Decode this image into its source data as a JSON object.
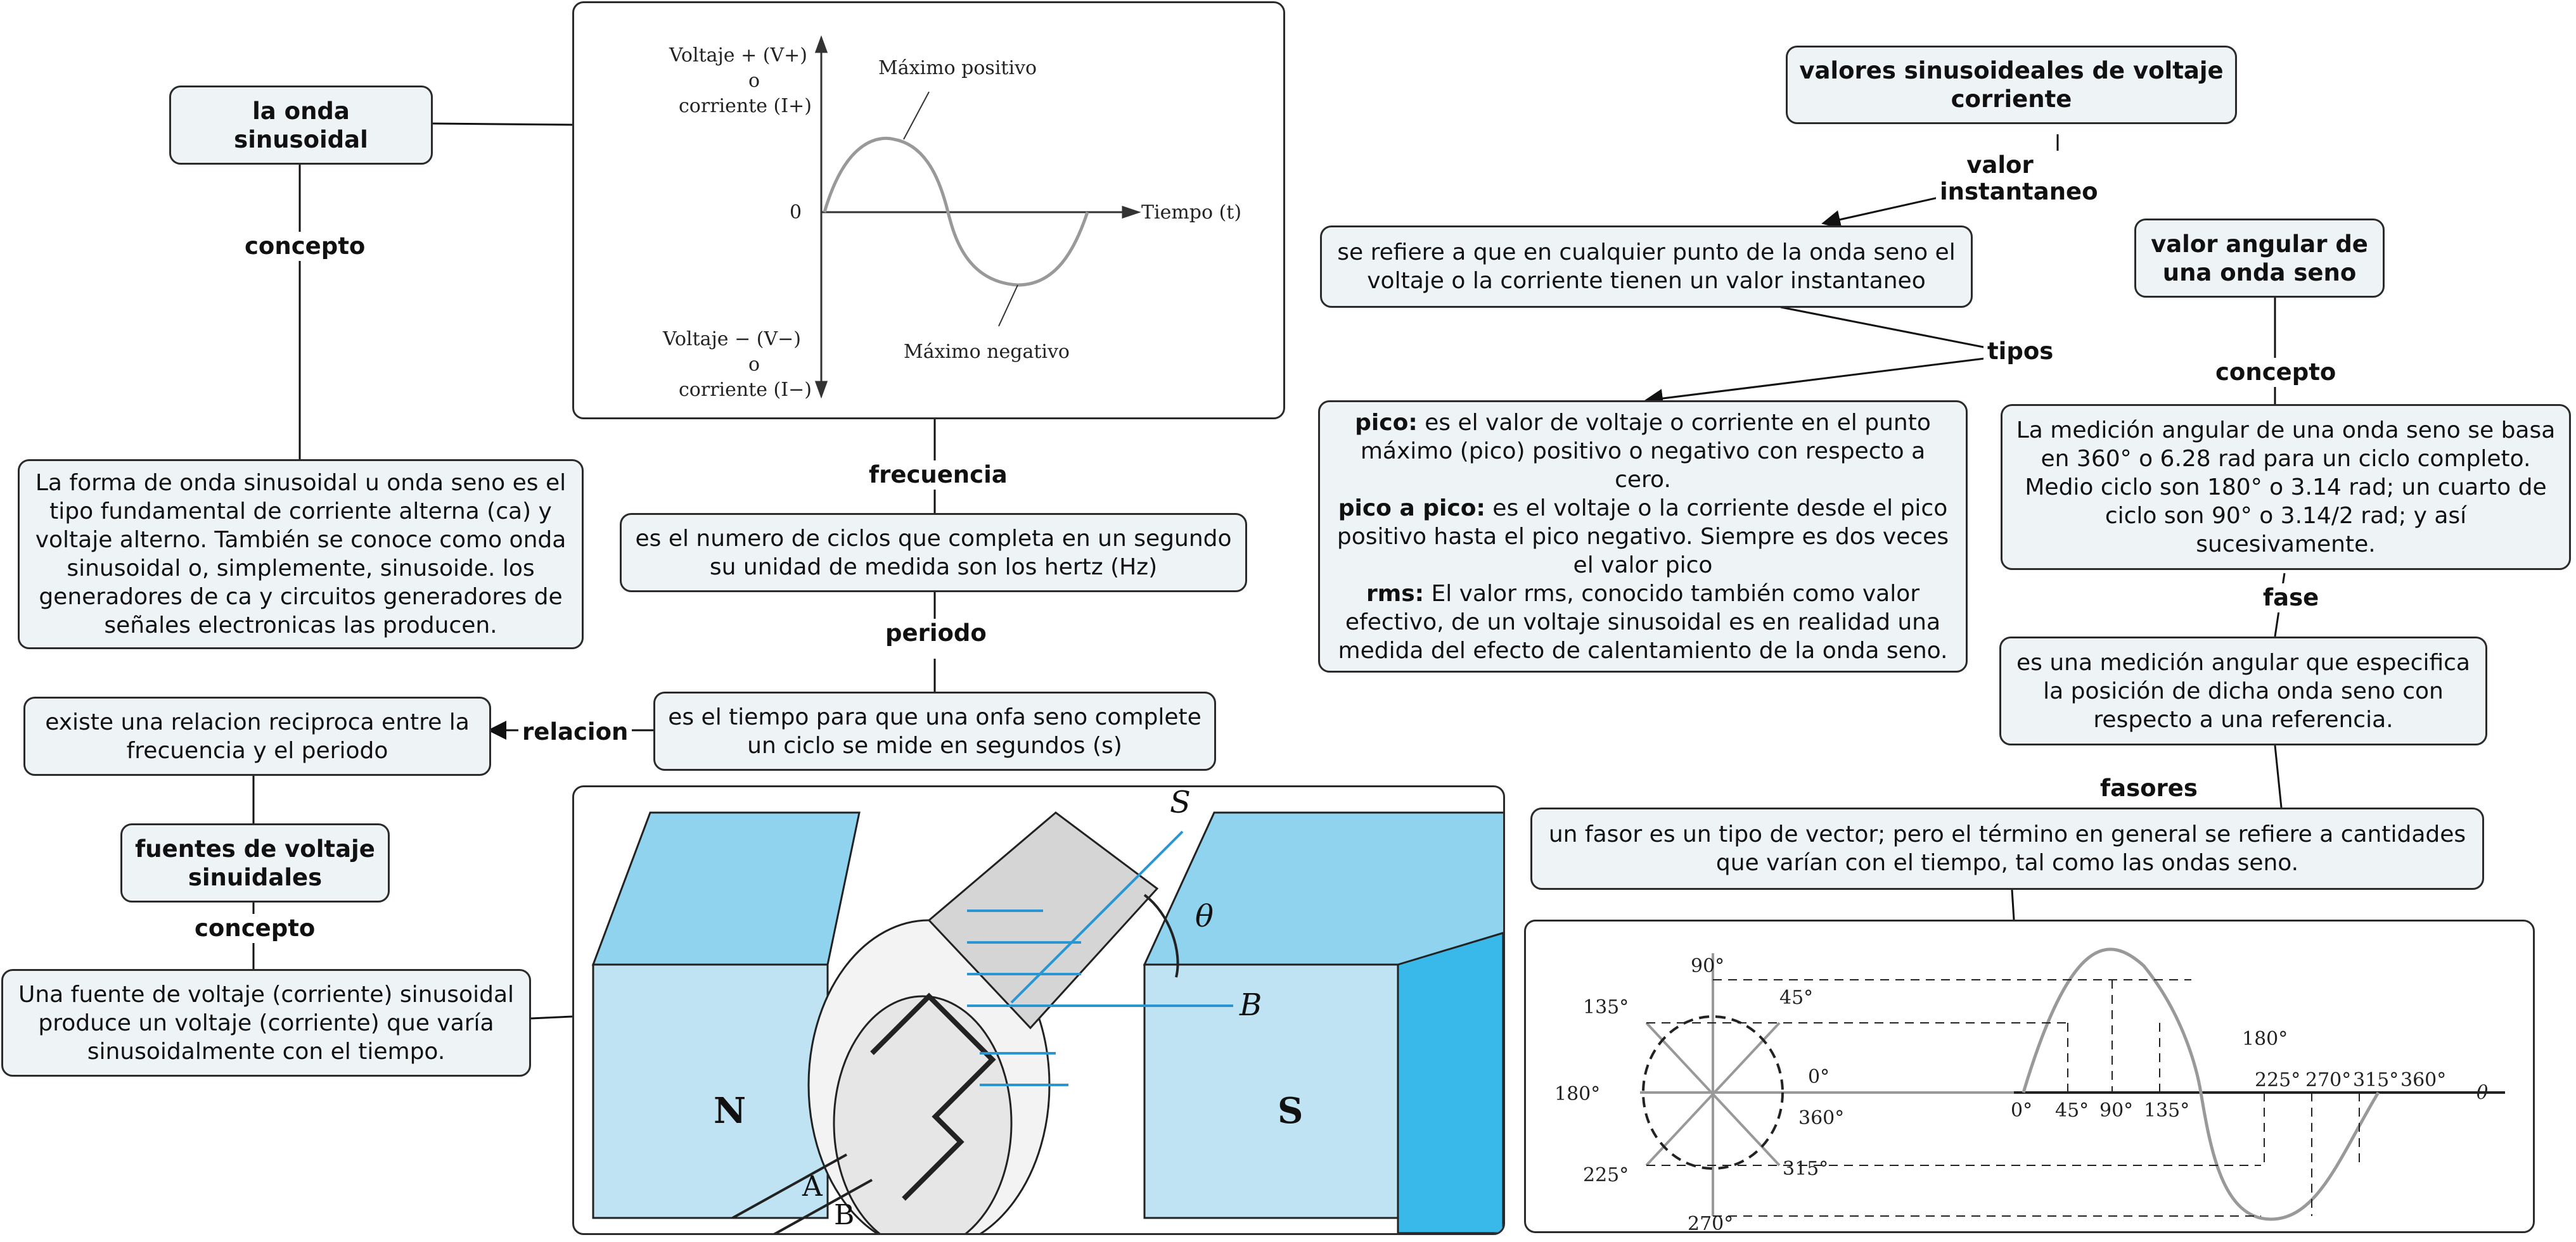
{
  "concepts": {
    "onda_sinusoidal": "la onda sinusoidal",
    "onda_desc": "La forma de onda sinusoidal u onda seno es el tipo fundamental de corriente alterna (ca) y voltaje alterno. También se conoce como onda sinusoidal o, simplemente, sinusoide. los generadores de ca y circuitos generadores de señales electronicas las producen.",
    "frecuencia_desc": "es el numero de ciclos que completa en un segundo su unidad de medida son los hertz (Hz)",
    "periodo_desc": "es el tiempo para que una onfa seno complete un ciclo se mide en segundos (s)",
    "reciproca": "existe una relacion reciproca entre la frecuencia y el periodo",
    "fuentes": "fuentes de voltaje sinuidales",
    "fuente_desc": "Una fuente de voltaje (corriente) sinusoidal produce un voltaje (corriente) que varía sinusoidalmente con el tiempo.",
    "valores": "valores sinusoideales de voltaje corriente",
    "instantaneo_desc": "se refiere a que en cualquier punto de la onda seno el voltaje o la corriente tienen un valor instantaneo",
    "tipos": {
      "pico_label": "pico:",
      "pico_text": " es el valor de voltaje o corriente en el punto máximo (pico) positivo o negativo con respecto a cero.",
      "pp_label": "pico a pico:",
      "pp_text": " es el voltaje o la corriente desde el pico positivo hasta el pico negativo. Siempre es dos veces el valor pico",
      "rms_label": "rms:",
      "rms_text": " El valor rms, conocido también como valor efectivo, de un voltaje sinusoidal es en realidad una medida del efecto de calentamiento de la onda seno."
    },
    "angular": "valor angular de una onda seno",
    "angular_desc": "La medición angular de una onda seno se basa en 360° o 6.28 rad para un ciclo completo. Medio ciclo son 180° o 3.14 rad; un cuarto de ciclo son 90° o 3.14/2 rad; y así sucesivamente.",
    "fase_desc": "es una medición angular que especifica la posición de dicha onda seno con respecto a una referencia.",
    "fasor_desc": "un fasor es un tipo de vector; pero el término en general se refiere a cantidades que varían con el tiempo, tal como las ondas seno."
  },
  "links": {
    "concepto1": "concepto",
    "frecuencia": "frecuencia",
    "periodo": "periodo",
    "relacion": "relacion",
    "concepto2": "concepto",
    "valor_instantaneo": "valor instantaneo",
    "tipos": "tipos",
    "concepto3": "concepto",
    "fase": "fase",
    "fasores": "fasores"
  },
  "wave_figure": {
    "ylabel_pos_1": "Voltaje + (V+)",
    "ylabel_pos_2": "o",
    "ylabel_pos_3": "corriente (I+)",
    "ylabel_neg_1": "Voltaje − (V−)",
    "ylabel_neg_2": "o",
    "ylabel_neg_3": "corriente (I−)",
    "zero": "0",
    "max_pos": "Máximo positivo",
    "max_neg": "Máximo negativo",
    "xlabel": "Tiempo (t)"
  },
  "generator_figure": {
    "N": "N",
    "S": "S",
    "B": "B",
    "theta": "θ",
    "A": "A",
    "Bterm": "B",
    "top_s": "S"
  },
  "phasor_figure": {
    "angles_circle": [
      "90°",
      "45°",
      "135°",
      "0°",
      "180°",
      "360°",
      "225°",
      "315°",
      "270°"
    ],
    "x_ticks": [
      "0°",
      "45°",
      "90°",
      "135°",
      "180°",
      "225°",
      "270°",
      "315°",
      "360°"
    ],
    "theta": "θ"
  },
  "colors": {
    "box_fill": "#eef3f6",
    "border": "#2b2b2b",
    "blue": "#2a95d0",
    "magnet": "#bfe3f2"
  }
}
